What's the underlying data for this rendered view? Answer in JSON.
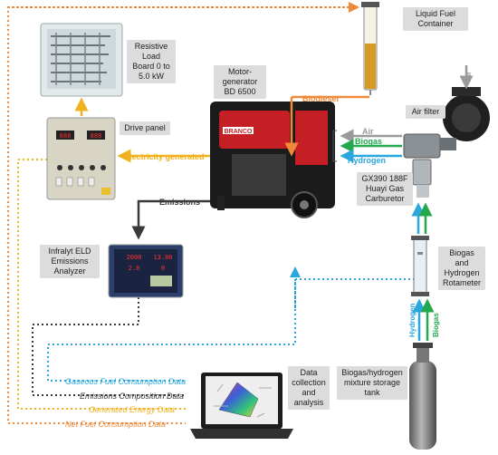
{
  "labels": {
    "liquid_fuel": [
      "Liquid Fuel",
      "Container"
    ],
    "resistive_load": [
      "Resistive",
      "Load",
      "Board 0 to",
      "5.0 kW"
    ],
    "motor_generator": [
      "Motor-",
      "generator",
      "BD 6500"
    ],
    "air_filter": "Air filter",
    "drive_panel": "Drive panel",
    "carburetor": [
      "GX390 188F",
      "Huayi Gas",
      "Carburetor"
    ],
    "analyzer": [
      "Infralyt ELD",
      "Emissions",
      "Analyzer"
    ],
    "rotameter": [
      "Biogas",
      "and",
      "Hydrogen",
      "Rotameter"
    ],
    "data_collection": [
      "Data",
      "collection",
      "and",
      "analysis"
    ],
    "storage_tank": [
      "Biogas/hydrogen",
      "mixture storage",
      "tank"
    ]
  },
  "flows": {
    "biodiesel": "Biodiesel",
    "electricity": "Electricity generated",
    "emissions": "Emissions",
    "air_top": "Air",
    "air": "Air",
    "biogas": "Biogas",
    "hydrogen": "Hydrogen",
    "hydrogen_vertical": "Hydrogen",
    "biogas_vertical": "Biogas"
  },
  "data_lines": {
    "gaseous": "Gaseous Fuel Consumption Data",
    "emissions_composition": "Emissions Composition Data",
    "generated_energy": "Generated Energy Data",
    "net_fuel": "Net Fuel Consumption Data"
  },
  "panel_text": {
    "generator_brand": "BRANCO",
    "analyzer_readings": [
      "2000",
      "13.00",
      "2.0",
      "0"
    ]
  },
  "colors": {
    "orange": "#f08a3a",
    "yellow": "#f0b21e",
    "dark": "#3a3a3a",
    "blue": "#2aa7dd",
    "green": "#23a84e",
    "grey": "#9a9a9a"
  }
}
